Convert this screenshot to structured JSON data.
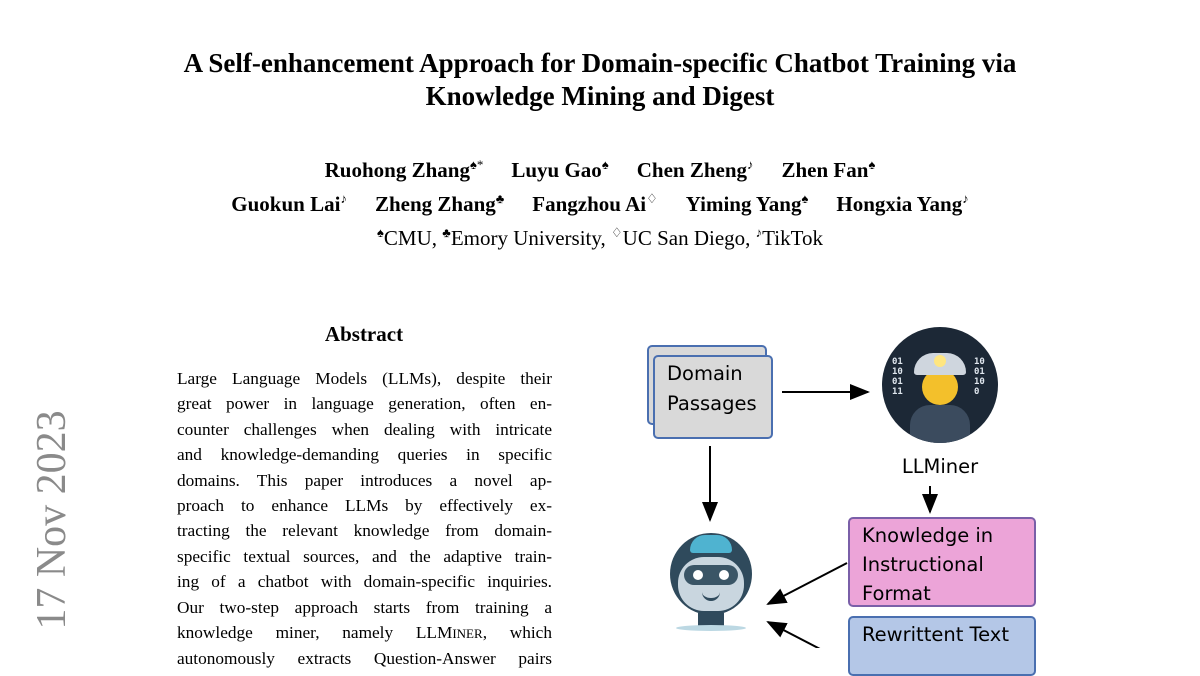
{
  "paper": {
    "title_line1": "A Self-enhancement Approach for Domain-specific Chatbot Training via",
    "title_line2": "Knowledge Mining and Digest",
    "authors_row1": [
      {
        "name": "Ruohong Zhang",
        "mark": "♠*"
      },
      {
        "name": "Luyu Gao",
        "mark": "♠"
      },
      {
        "name": "Chen Zheng",
        "mark": "♪"
      },
      {
        "name": "Zhen Fan",
        "mark": "♠"
      }
    ],
    "authors_row2": [
      {
        "name": "Guokun Lai",
        "mark": "♪"
      },
      {
        "name": "Zheng Zhang",
        "mark": "♣"
      },
      {
        "name": "Fangzhou Ai",
        "mark": "♢"
      },
      {
        "name": "Yiming Yang",
        "mark": "♠"
      },
      {
        "name": "Hongxia Yang",
        "mark": "♪"
      }
    ],
    "affiliations": [
      {
        "mark": "♠",
        "name": "CMU,"
      },
      {
        "mark": "♣",
        "name": "Emory University,"
      },
      {
        "mark": "♢",
        "name": "UC San Diego,"
      },
      {
        "mark": "♪",
        "name": "TikTok"
      }
    ],
    "arxiv_date": "17 Nov 2023",
    "abstract_heading": "Abstract",
    "abstract_lines": [
      "Large Language Models (LLMs), despite their",
      "great power in language generation, often en-",
      "counter challenges when dealing with intricate",
      "and knowledge-demanding queries in specific",
      "domains.  This paper introduces a novel ap-",
      "proach to enhance LLMs by effectively ex-",
      "tracting the relevant knowledge from domain-",
      "specific textual sources, and the adaptive train-",
      "ing of a chatbot with domain-specific inquiries.",
      "Our two-step approach starts from training a",
      "knowledge miner, namely LLMiner, which",
      "autonomously extracts Question-Answer pairs"
    ],
    "figure": {
      "domain_passages": "Domain Passages",
      "llminer_label": "LLMiner",
      "knowledge_box": "Knowledge in Instructional Format",
      "rewritten_box": "Rewrittent Text",
      "colors": {
        "gray_box": "#d9d9d9",
        "pink_box": "#eca4d8",
        "blue_box": "#b4c7e7",
        "border": "#4a6fb0"
      }
    }
  }
}
